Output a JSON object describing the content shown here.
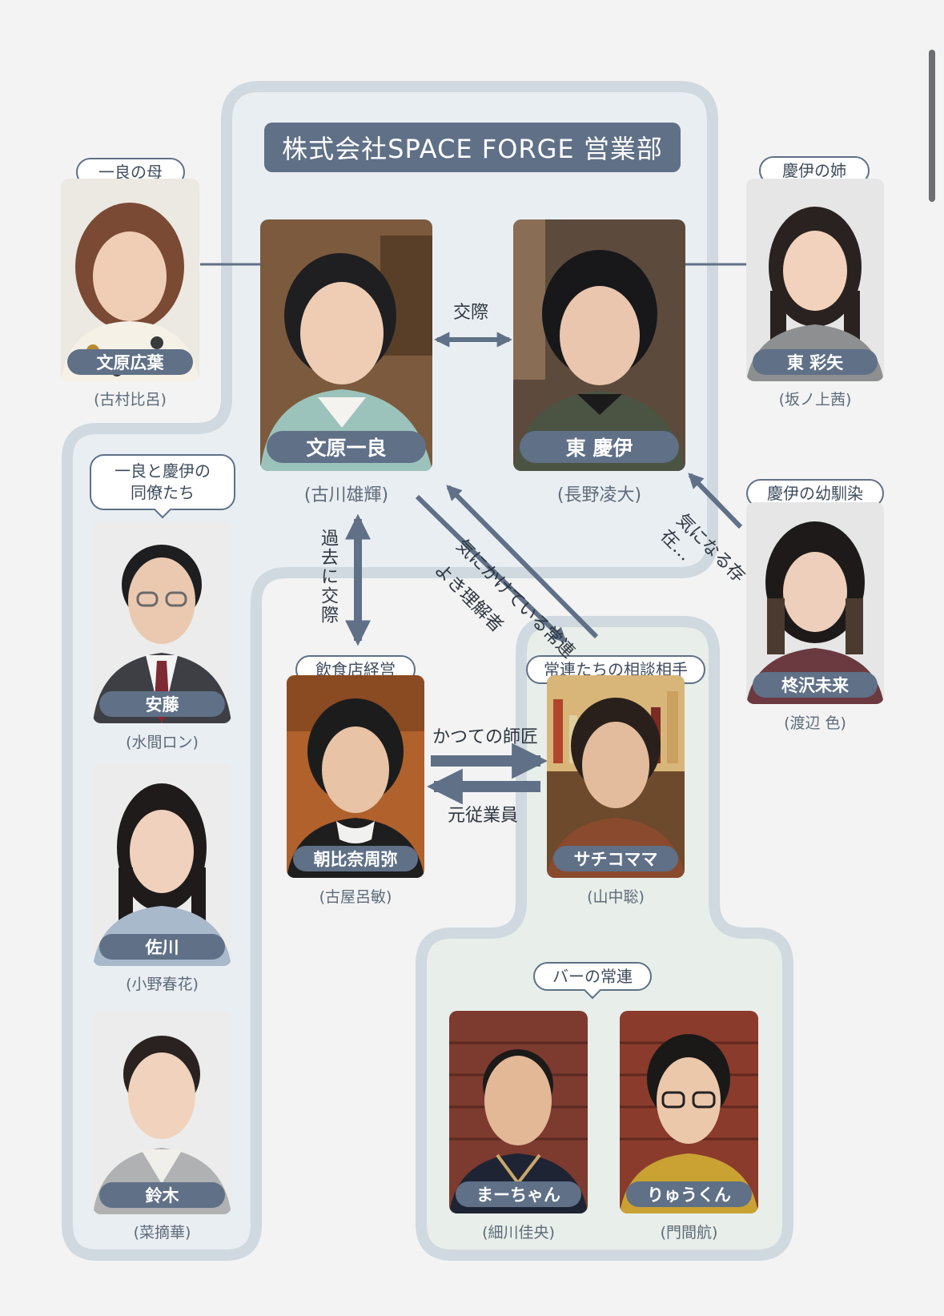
{
  "title": "株式会社SPACE FORGE 営業部",
  "colors": {
    "pill": "#5f7087",
    "group_frame": "#cfd9df",
    "group_fill": "#e9eef2",
    "bar_fill": "#e8eee9",
    "arrow": "#5f7087"
  },
  "people": {
    "hiroha": {
      "name": "文原広葉",
      "actor": "(古村比呂)",
      "tag": "一良の母"
    },
    "kazura": {
      "name": "文原一良",
      "actor": "(古川雄輝)"
    },
    "kei": {
      "name": "東 慶伊",
      "actor": "(長野凌大)"
    },
    "saya": {
      "name": "東 彩矢",
      "actor": "(坂ノ上茜)",
      "tag": "慶伊の姉"
    },
    "ando": {
      "name": "安藤",
      "actor": "(水間ロン)"
    },
    "sagawa": {
      "name": "佐川",
      "actor": "(小野春花)"
    },
    "suzuki": {
      "name": "鈴木",
      "actor": "(菜摘華)"
    },
    "asahina": {
      "name": "朝比奈周弥",
      "actor": "(古屋呂敏)",
      "tag": "飲食店経営"
    },
    "sachiko": {
      "name": "サチコママ",
      "actor": "(山中聡)",
      "tag": "常連たちの相談相手"
    },
    "hiirazawa": {
      "name": "柊沢未来",
      "actor": "(渡辺 色)",
      "tag": "慶伊の幼馴染"
    },
    "machan": {
      "name": "まーちゃん",
      "actor": "(細川佳央)"
    },
    "ryukun": {
      "name": "りゅうくん",
      "actor": "(門間航)"
    }
  },
  "groups": {
    "colleagues_tag_line1": "一良と慶伊の",
    "colleagues_tag_line2": "同僚たち",
    "regulars_tag": "バーの常連"
  },
  "relations": {
    "dating": "交際",
    "past_dating": "過去に交際",
    "worried_regular": "気にかけている常連",
    "good_understander": "よき理解者",
    "curious_presence": "気になる存在…",
    "former_mentor": "かつての師匠",
    "former_employee": "元従業員"
  }
}
